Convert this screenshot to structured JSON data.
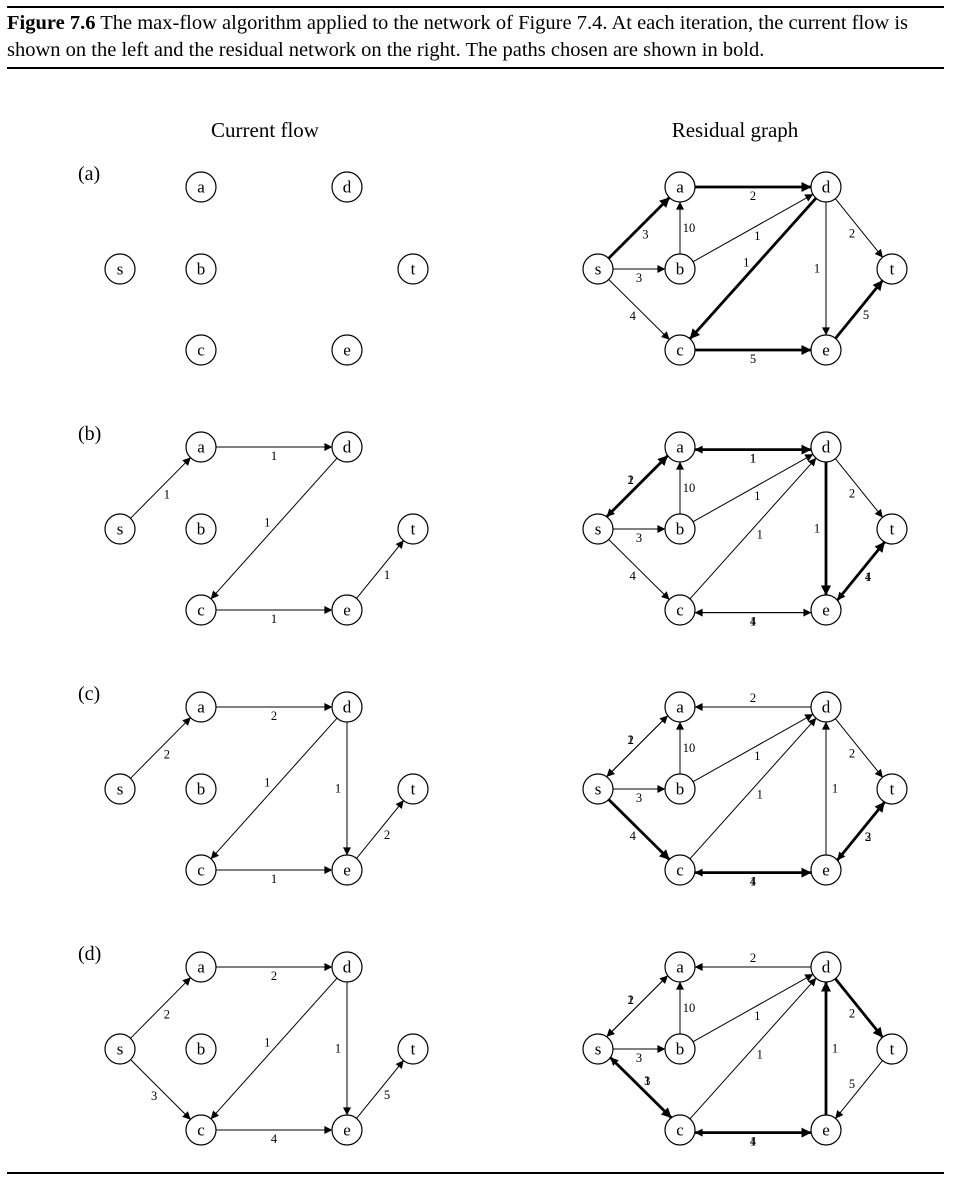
{
  "caption": {
    "label": "Figure 7.6",
    "text": " The max-flow algorithm applied to the network of Figure 7.4. At each iteration, the current flow is shown on the left and the residual network on the right. The paths chosen are shown in bold."
  },
  "headers": {
    "left": "Current flow",
    "right": "Residual graph"
  },
  "rows": [
    {
      "label": "(a)",
      "flow": {
        "nodes": [
          "a",
          "d",
          "s",
          "b",
          "t",
          "c",
          "e"
        ],
        "edges": []
      },
      "residual": {
        "nodes": [
          "s",
          "a",
          "b",
          "c",
          "d",
          "e",
          "t"
        ],
        "edges": [
          {
            "from": "s",
            "to": "a",
            "label": "3",
            "bold": true
          },
          {
            "from": "s",
            "to": "b",
            "label": "3",
            "bold": false
          },
          {
            "from": "s",
            "to": "c",
            "label": "4",
            "bold": false
          },
          {
            "from": "b",
            "to": "a",
            "label": "10",
            "bold": false
          },
          {
            "from": "b",
            "to": "d",
            "label": "1",
            "bold": false
          },
          {
            "from": "a",
            "to": "d",
            "label": "2",
            "bold": true
          },
          {
            "from": "d",
            "to": "c",
            "label": "1",
            "bold": true
          },
          {
            "from": "d",
            "to": "e",
            "label": "1",
            "bold": false
          },
          {
            "from": "d",
            "to": "t",
            "label": "2",
            "bold": false
          },
          {
            "from": "c",
            "to": "e",
            "label": "5",
            "bold": true
          },
          {
            "from": "e",
            "to": "t",
            "label": "5",
            "bold": true
          }
        ]
      }
    },
    {
      "label": "(b)",
      "flow": {
        "nodes": [
          "s",
          "a",
          "b",
          "c",
          "d",
          "e",
          "t"
        ],
        "edges": [
          {
            "from": "s",
            "to": "a",
            "label": "1"
          },
          {
            "from": "a",
            "to": "d",
            "label": "1"
          },
          {
            "from": "d",
            "to": "c",
            "label": "1"
          },
          {
            "from": "c",
            "to": "e",
            "label": "1"
          },
          {
            "from": "e",
            "to": "t",
            "label": "1"
          }
        ]
      },
      "residual": {
        "nodes": [
          "s",
          "a",
          "b",
          "c",
          "d",
          "e",
          "t"
        ],
        "edges": [
          {
            "from": "a",
            "to": "s",
            "label": "1",
            "bold": false
          },
          {
            "from": "s",
            "to": "a",
            "label": "2",
            "bold": true
          },
          {
            "from": "s",
            "to": "b",
            "label": "3",
            "bold": false
          },
          {
            "from": "s",
            "to": "c",
            "label": "4",
            "bold": false
          },
          {
            "from": "b",
            "to": "a",
            "label": "10",
            "bold": false
          },
          {
            "from": "b",
            "to": "d",
            "label": "1",
            "bold": false
          },
          {
            "from": "a",
            "to": "d",
            "label": "1",
            "bold": true
          },
          {
            "from": "d",
            "to": "a",
            "label": "1",
            "bold": false
          },
          {
            "from": "c",
            "to": "d",
            "label": "1",
            "bold": false
          },
          {
            "from": "d",
            "to": "e",
            "label": "1",
            "bold": true
          },
          {
            "from": "d",
            "to": "t",
            "label": "2",
            "bold": false
          },
          {
            "from": "e",
            "to": "c",
            "label": "1",
            "bold": false
          },
          {
            "from": "c",
            "to": "e",
            "label": "4",
            "bold": false
          },
          {
            "from": "t",
            "to": "e",
            "label": "1",
            "bold": false
          },
          {
            "from": "e",
            "to": "t",
            "label": "4",
            "bold": true
          }
        ]
      }
    },
    {
      "label": "(c)",
      "flow": {
        "nodes": [
          "s",
          "a",
          "b",
          "c",
          "d",
          "e",
          "t"
        ],
        "edges": [
          {
            "from": "s",
            "to": "a",
            "label": "2"
          },
          {
            "from": "a",
            "to": "d",
            "label": "2"
          },
          {
            "from": "d",
            "to": "c",
            "label": "1"
          },
          {
            "from": "d",
            "to": "e",
            "label": "1"
          },
          {
            "from": "c",
            "to": "e",
            "label": "1"
          },
          {
            "from": "e",
            "to": "t",
            "label": "2"
          }
        ]
      },
      "residual": {
        "nodes": [
          "s",
          "a",
          "b",
          "c",
          "d",
          "e",
          "t"
        ],
        "edges": [
          {
            "from": "a",
            "to": "s",
            "label": "2",
            "bold": false
          },
          {
            "from": "s",
            "to": "a",
            "label": "1",
            "bold": false
          },
          {
            "from": "s",
            "to": "b",
            "label": "3",
            "bold": false
          },
          {
            "from": "s",
            "to": "c",
            "label": "4",
            "bold": true
          },
          {
            "from": "b",
            "to": "a",
            "label": "10",
            "bold": false
          },
          {
            "from": "b",
            "to": "d",
            "label": "1",
            "bold": false
          },
          {
            "from": "d",
            "to": "a",
            "label": "2",
            "bold": false
          },
          {
            "from": "c",
            "to": "d",
            "label": "1",
            "bold": false
          },
          {
            "from": "e",
            "to": "d",
            "label": "1",
            "bold": false
          },
          {
            "from": "d",
            "to": "t",
            "label": "2",
            "bold": false
          },
          {
            "from": "e",
            "to": "c",
            "label": "1",
            "bold": false
          },
          {
            "from": "c",
            "to": "e",
            "label": "4",
            "bold": true
          },
          {
            "from": "t",
            "to": "e",
            "label": "2",
            "bold": false
          },
          {
            "from": "e",
            "to": "t",
            "label": "3",
            "bold": true
          }
        ]
      }
    },
    {
      "label": "(d)",
      "flow": {
        "nodes": [
          "s",
          "a",
          "b",
          "c",
          "d",
          "e",
          "t"
        ],
        "edges": [
          {
            "from": "s",
            "to": "a",
            "label": "2"
          },
          {
            "from": "s",
            "to": "c",
            "label": "3"
          },
          {
            "from": "a",
            "to": "d",
            "label": "2"
          },
          {
            "from": "d",
            "to": "c",
            "label": "1"
          },
          {
            "from": "d",
            "to": "e",
            "label": "1"
          },
          {
            "from": "c",
            "to": "e",
            "label": "4"
          },
          {
            "from": "e",
            "to": "t",
            "label": "5"
          }
        ]
      },
      "residual": {
        "nodes": [
          "s",
          "a",
          "b",
          "c",
          "d",
          "e",
          "t"
        ],
        "edges": [
          {
            "from": "a",
            "to": "s",
            "label": "2",
            "bold": false
          },
          {
            "from": "s",
            "to": "a",
            "label": "1",
            "bold": false
          },
          {
            "from": "s",
            "to": "b",
            "label": "3",
            "bold": false
          },
          {
            "from": "s",
            "to": "c",
            "label": "1",
            "bold": true
          },
          {
            "from": "c",
            "to": "s",
            "label": "3",
            "bold": false
          },
          {
            "from": "b",
            "to": "a",
            "label": "10",
            "bold": false
          },
          {
            "from": "b",
            "to": "d",
            "label": "1",
            "bold": false
          },
          {
            "from": "d",
            "to": "a",
            "label": "2",
            "bold": false
          },
          {
            "from": "c",
            "to": "d",
            "label": "1",
            "bold": false
          },
          {
            "from": "e",
            "to": "d",
            "label": "1",
            "bold": true
          },
          {
            "from": "d",
            "to": "t",
            "label": "2",
            "bold": true
          },
          {
            "from": "t",
            "to": "e",
            "label": "5",
            "bold": false
          },
          {
            "from": "e",
            "to": "c",
            "label": "4",
            "bold": false
          },
          {
            "from": "c",
            "to": "e",
            "label": "1",
            "bold": true
          }
        ]
      }
    }
  ]
}
